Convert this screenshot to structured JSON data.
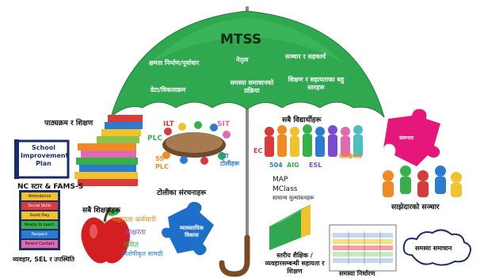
{
  "umbrella": {
    "title": "MTSS",
    "items": [
      "क्षमता निर्माण/पूर्वाधार",
      "नेतृत्व",
      "सञ्चार र सहकार्य",
      "डेटा/विकासक्रम",
      "समस्या समाधानको प्रक्रिया",
      "शिक्षण र सहायताका बहु स्तरहरू"
    ],
    "color": "#2fa84f"
  },
  "sections": {
    "curriculum": "पाठ्यक्रम र शिक्षण",
    "all_students": "सबै विद्यार्थीहरू",
    "nc_star": "NC स्टार & FAMS-S",
    "team_structure": "टोलीका संरचनाहरू",
    "all_teachers": "सबै शिक्षकहरू",
    "partner_comm": "साझेदारको सञ्चार",
    "behavior": "व्यवहार, SEL र उपस्थिति",
    "tiered": "स्तरीय शैक्षिक / व्यवहारसम्बन्धी सहायता र शिक्षण",
    "problem_solving": "समस्या समाधान",
    "problem_ident": "समस्या निर्धारण"
  },
  "school_plan": "School Improvement Plan",
  "teams": {
    "ilt": "ILT",
    "sit": "SIT",
    "plc": "PLC",
    "ss_plc": "SS PLC",
    "data_team": "डेटा टोलीहरू"
  },
  "students_tags": {
    "ec": "EC",
    "n504": "504",
    "aig": "AIG",
    "esl": "ESL",
    "risk": "जोखिममा"
  },
  "assessments": [
    "MAP",
    "MClass",
    "सामान्य मूल्यांकनहरू"
  ],
  "teacher_roles": {
    "assistant": "सहायता कर्मचारी",
    "literacy": "साक्षरता",
    "math": "गणित",
    "specialized": "विशेषीकृत सामग्री"
  },
  "puzzle_labels": {
    "professional": "व्यावसायिक विकास",
    "partner": "संलग्नता"
  },
  "ladder": [
    "Attendance",
    "Social Skills",
    "Good Day",
    "Ready to Learn",
    "Respect",
    "Parent Contact"
  ]
}
